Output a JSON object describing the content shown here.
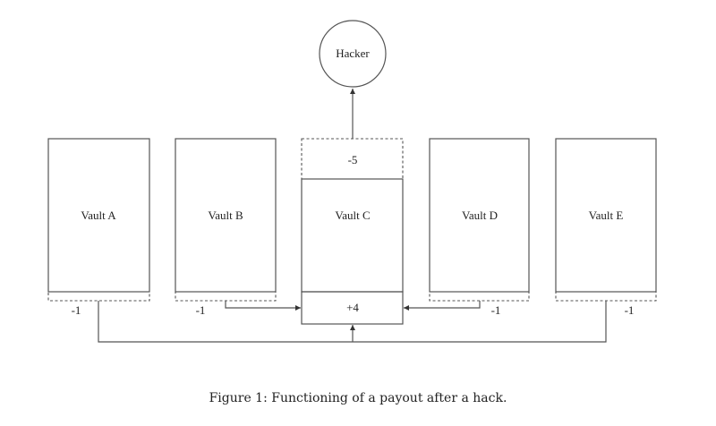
{
  "diagram": {
    "hacker": {
      "label": "Hacker"
    },
    "vaults": [
      {
        "id": "A",
        "label": "Vault A",
        "delta": "-1"
      },
      {
        "id": "B",
        "label": "Vault B",
        "delta": "-1"
      },
      {
        "id": "C",
        "label": "Vault C",
        "withdrawn": "-5",
        "received": "+4"
      },
      {
        "id": "D",
        "label": "Vault D",
        "delta": "-1"
      },
      {
        "id": "E",
        "label": "Vault E",
        "delta": "-1"
      }
    ],
    "caption": "Figure 1: Functioning of a payout after a hack."
  }
}
